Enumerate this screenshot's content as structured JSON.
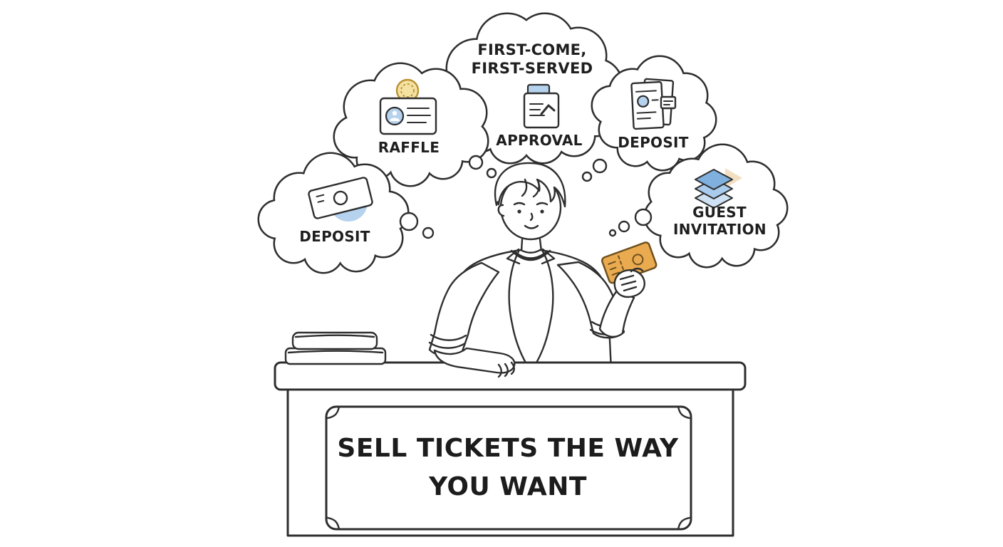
{
  "colors": {
    "line": "#2e2e2e",
    "accent_blue": "#b5d2ee",
    "accent_blue_mid": "#a9cbec",
    "accent_blue_deep": "#7fb0de",
    "accent_yellow": "#f5e2a3",
    "ticket_orange": "#eaab50",
    "shadow_tan": "#f2dfc2",
    "text": "#1f1f1f"
  },
  "thought_bubbles": [
    {
      "id": "deposit-left",
      "label": "DEPOSIT",
      "icon": "ticket-icon"
    },
    {
      "id": "raffle",
      "label": "RAFFLE",
      "icon": "raffle-card-icon"
    },
    {
      "id": "first-come-first-served",
      "label": "FIRST-COME, FIRST-SERVED",
      "sub_label": "APPROVAL",
      "icon": "approval-stamp-icon"
    },
    {
      "id": "deposit-right",
      "label": "DEPOSIT",
      "icon": "receipt-stack-icon"
    },
    {
      "id": "guest-invitation",
      "label": "GUEST INVITATION",
      "icon": "layers-stack-icon"
    }
  ],
  "desk_sign": {
    "text": "SELL TICKETS THE WAY YOU WANT"
  }
}
